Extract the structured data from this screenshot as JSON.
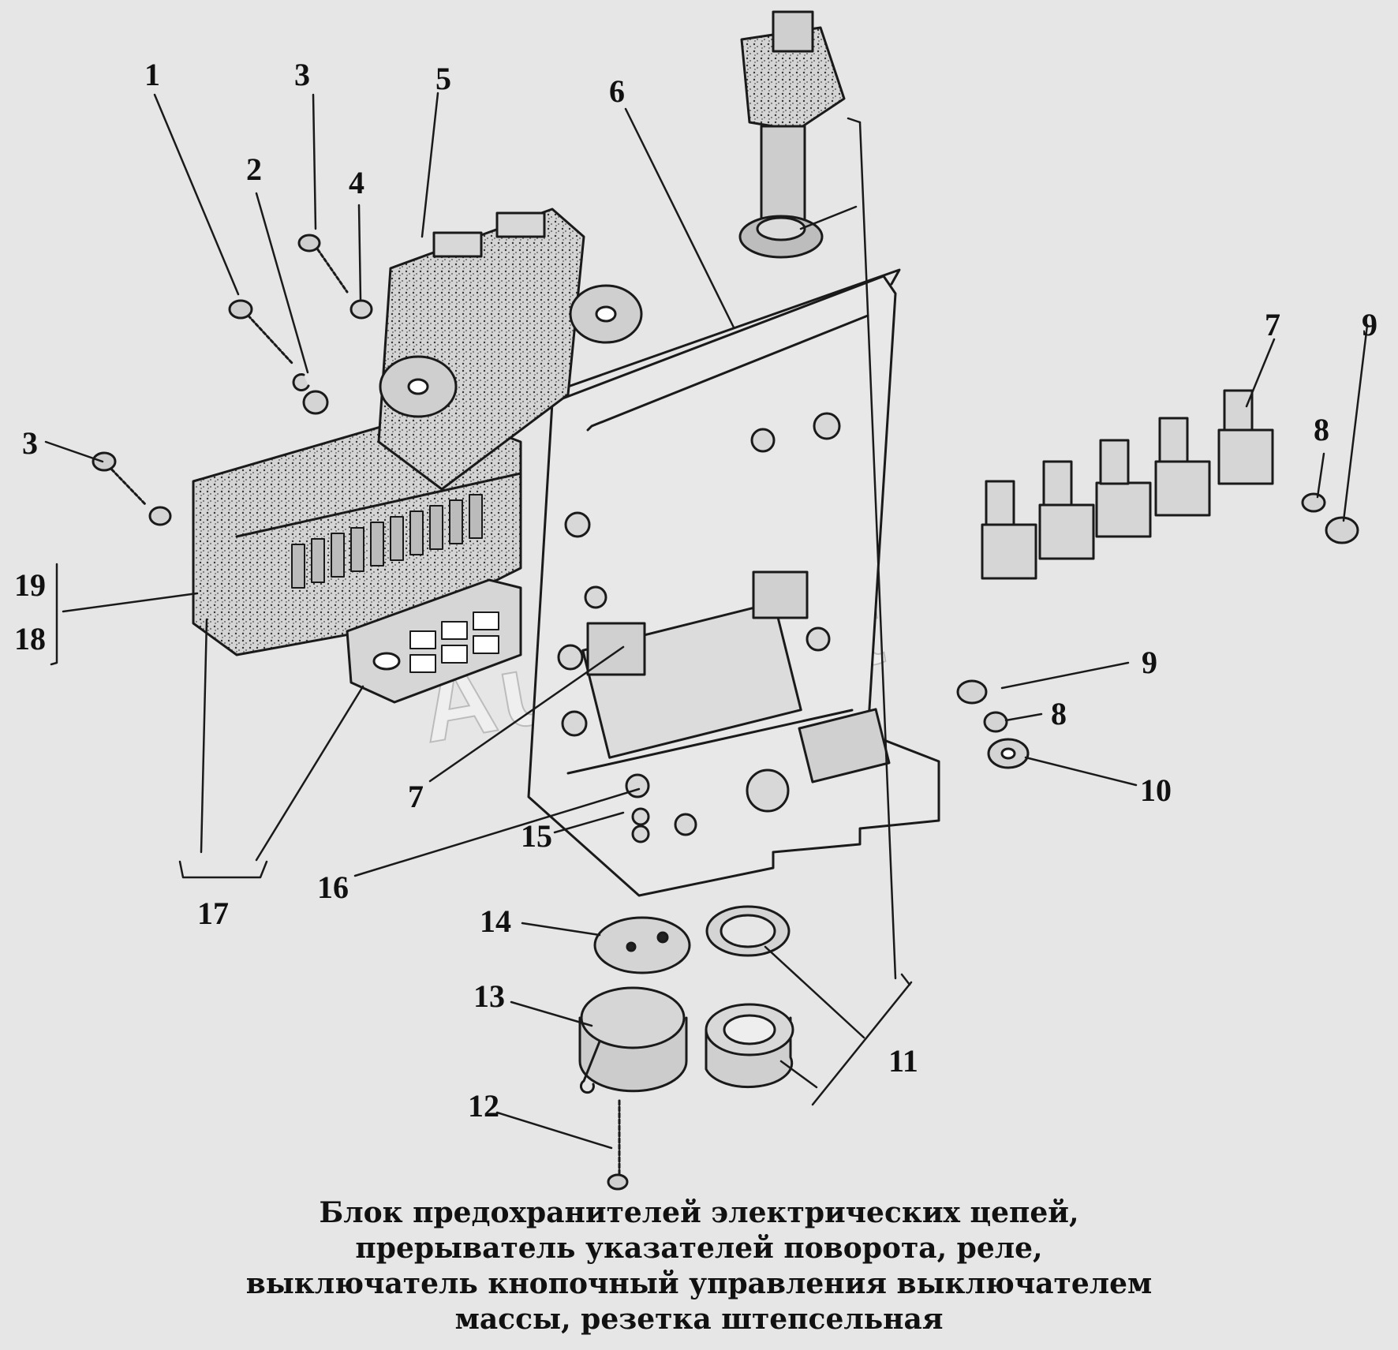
{
  "caption": {
    "line1": "Блок предохранителей электрических цепей,",
    "line2": "прерыватель указателей поворота, реле,",
    "line3": "выключатель кнопочный управления выключателем",
    "line4": "массы, резетка штепсельная"
  },
  "callouts": {
    "n1": "1",
    "n2": "2",
    "n3a": "3",
    "n4": "4",
    "n5": "5",
    "n6": "6",
    "n7a": "7",
    "n9a": "9",
    "n8a": "8",
    "n3b": "3",
    "n19": "19",
    "n18": "18",
    "n9b": "9",
    "n8b": "8",
    "n10": "10",
    "n7b": "7",
    "n15": "15",
    "n16": "16",
    "n17": "17",
    "n14": "14",
    "n13": "13",
    "n11": "11",
    "n12": "12"
  },
  "watermark": "AutoSoft"
}
